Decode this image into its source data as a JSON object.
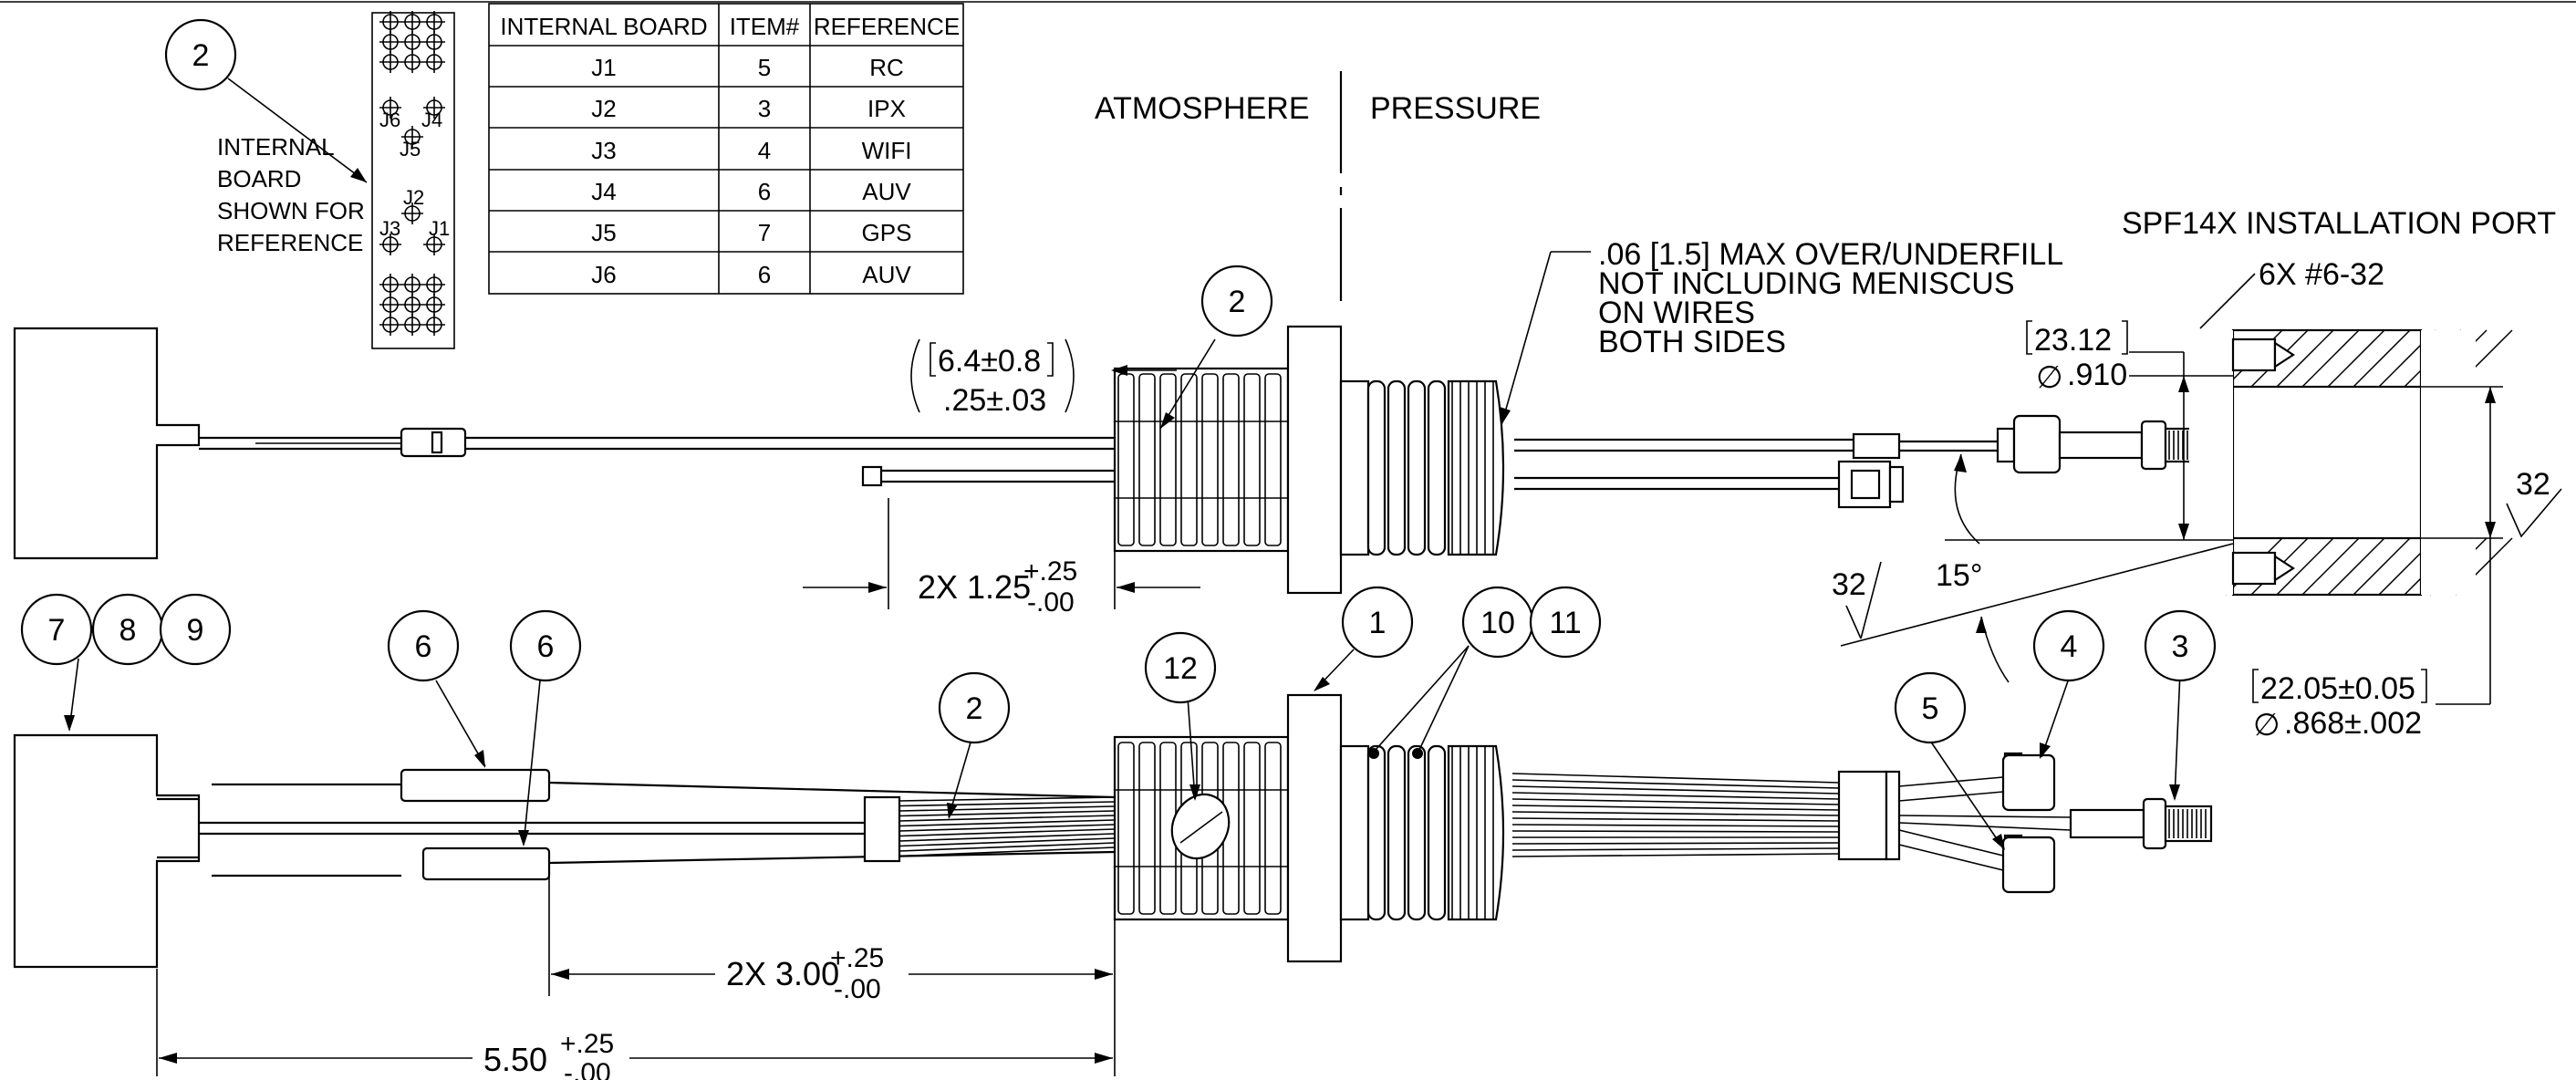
{
  "table": {
    "headers": [
      "INTERNAL BOARD",
      "ITEM#",
      "REFERENCE"
    ],
    "rows": [
      [
        "J1",
        "5",
        "RC"
      ],
      [
        "J2",
        "3",
        "IPX"
      ],
      [
        "J3",
        "4",
        "WIFI"
      ],
      [
        "J4",
        "6",
        "AUV"
      ],
      [
        "J5",
        "7",
        "GPS"
      ],
      [
        "J6",
        "6",
        "AUV"
      ]
    ]
  },
  "board_note": [
    "INTERNAL",
    "BOARD",
    "SHOWN FOR",
    "REFERENCE"
  ],
  "board_jacks": [
    "J6",
    "J4",
    "J5",
    "J2",
    "J3",
    "J1"
  ],
  "zones": {
    "left": "ATMOSPHERE",
    "right": "PRESSURE"
  },
  "port_title": "SPF14X INSTALLATION PORT",
  "notes": {
    "screws": "6X #6-32",
    "fill_lines": [
      ".06 [1.5] MAX OVER/UNDERFILL",
      "NOT INCLUDING MENISCUS",
      "ON WIRES",
      "BOTH SIDES"
    ],
    "angle": "15°"
  },
  "dimensions": {
    "tol1_top": "6.4±0.8",
    "tol1_bot": ".25±.03",
    "bore_top": "23.12",
    "bore_bot": ".910",
    "port_top": "22.05±0.05",
    "port_bot": ".868±.002",
    "diameter_symbol": "∅",
    "finish_a": "32",
    "finish_b": "32",
    "d1_main": "2X 1.25",
    "d1_up": "+.25",
    "d1_dn": "-.00",
    "d2_main": "2X 3.00",
    "d2_up": "+.25",
    "d2_dn": "-.00",
    "d3_main": "5.50",
    "d3_up": "+.25",
    "d3_dn": "-.00"
  },
  "balloons": {
    "b2a": "2",
    "b2b": "2",
    "b2c": "2",
    "b7": "7",
    "b8": "8",
    "b9": "9",
    "b6a": "6",
    "b6b": "6",
    "b12": "12",
    "b1": "1",
    "b10": "10",
    "b11": "11",
    "b5": "5",
    "b4": "4",
    "b3": "3"
  }
}
